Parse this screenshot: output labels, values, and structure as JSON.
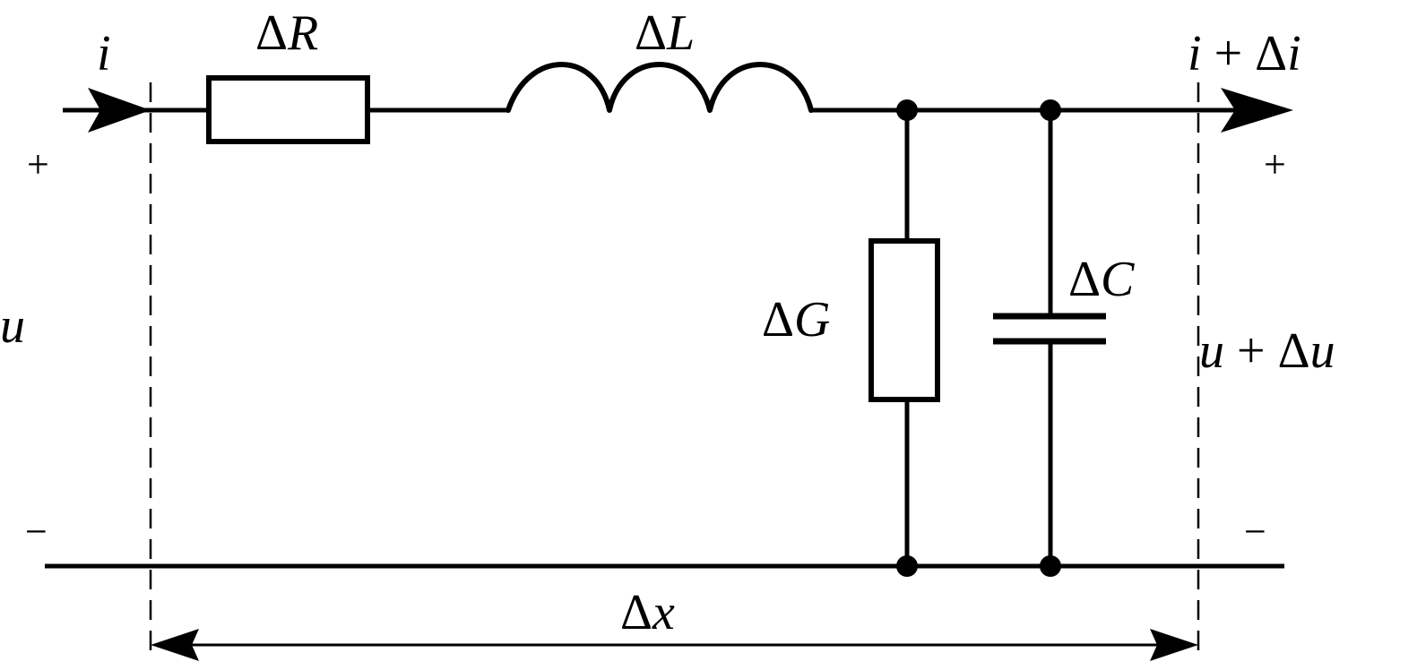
{
  "diagram": {
    "labels": {
      "current_in": "i",
      "resistor": "ΔR",
      "inductor": "ΔL",
      "current_out": "i + Δi",
      "voltage_in": "u",
      "voltage_out": "u + Δu",
      "conductance": "ΔG",
      "capacitor": "ΔC",
      "length": "Δx"
    },
    "polarity": {
      "in_plus": "+",
      "in_minus": "−",
      "out_plus": "+",
      "out_minus": "−"
    }
  }
}
